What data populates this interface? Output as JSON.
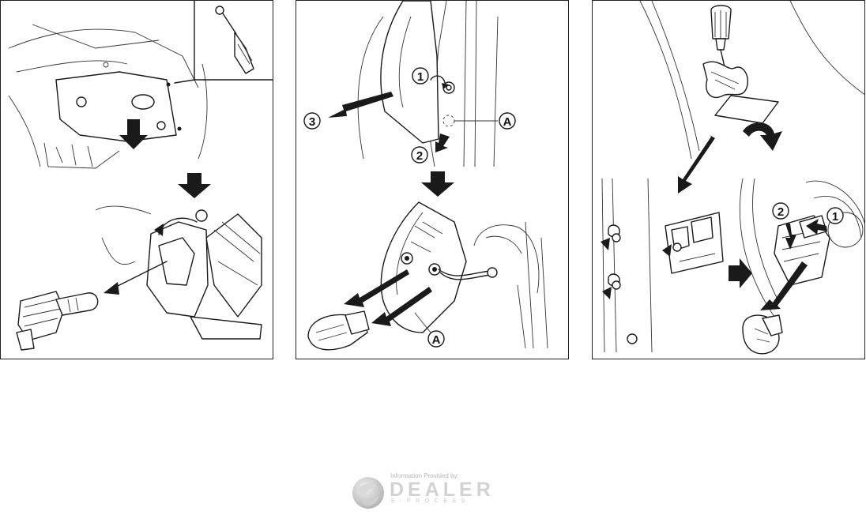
{
  "panels": [
    {
      "id": "panel-headlight-bulb",
      "labels": []
    },
    {
      "id": "panel-tail-lamp-bulb",
      "labels": [
        "1",
        "2",
        "3",
        "A",
        "A"
      ]
    },
    {
      "id": "panel-interior-lamp-bulb",
      "labels": [
        "1",
        "2"
      ]
    }
  ],
  "footer": {
    "credit": "Information Provided by:",
    "brand": "DEALER",
    "subbrand": "E-PROCESS"
  },
  "colors": {
    "line": "#1a1a1a",
    "watermark": "#d0d0d0"
  }
}
